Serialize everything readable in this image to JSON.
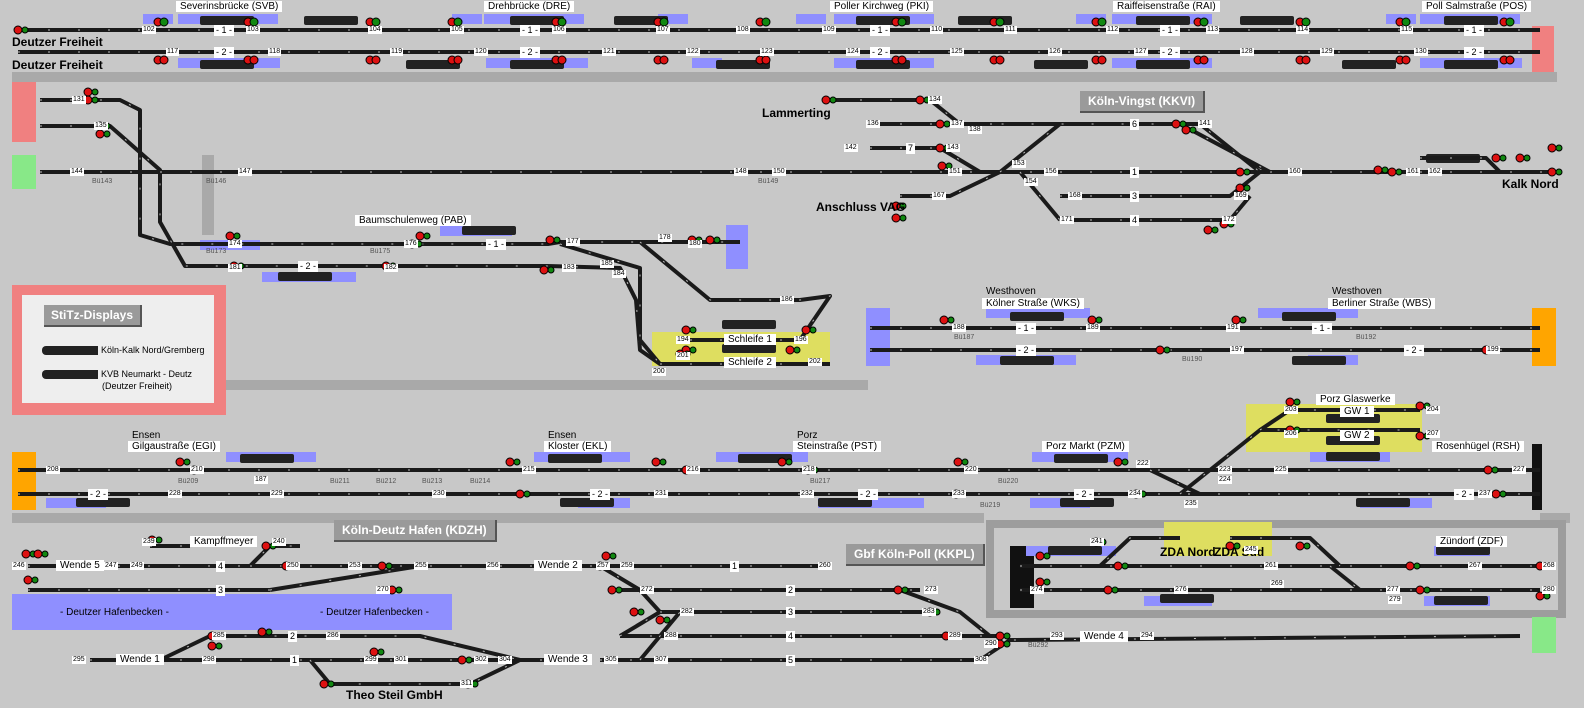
{
  "stations": {
    "severinsbruecke": "Severinsbrücke (SVB)",
    "drehbruecke": "Drehbrücke (DRE)",
    "poller_kirchweg": "Poller Kirchweg (PKI)",
    "raiffeisenstrasse": "Raiffeisenstraße (RAI)",
    "poll_salmstrasse": "Poll Salmstraße (POS)",
    "deutzer_freiheit_1": "Deutzer Freiheit",
    "deutzer_freiheit_2": "Deutzer Freiheit",
    "lammerting": "Lammerting",
    "anschluss_vag": "Anschluss VAG",
    "kalk_nord": "Kalk Nord",
    "baumschulenweg": "Baumschulenweg (PAB)",
    "schleife_1": "Schleife 1",
    "schleife_2": "Schleife 2",
    "westhoven_koelner_1": "Westhoven",
    "westhoven_koelner_2": "Kölner Straße (WKS)",
    "westhoven_berliner_1": "Westhoven",
    "westhoven_berliner_2": "Berliner Straße (WBS)",
    "ensen_egi_1": "Ensen",
    "ensen_egi_2": "Gilgaustraße (EGI)",
    "ensen_ekl_1": "Ensen",
    "ensen_ekl_2": "Kloster (EKL)",
    "porz_pst_1": "Porz",
    "porz_pst_2": "Steinstraße (PST)",
    "porz_markt": "Porz Markt (PZM)",
    "porz_glaswerke": "Porz Glaswerke",
    "gw1": "GW 1",
    "gw2": "GW 2",
    "rosenhuegel": "Rosenhügel (RSH)",
    "kampffmeyer": "Kampffmeyer",
    "zda_nord": "ZDA Nord",
    "zda_sued": "ZDA Süd",
    "zuendorf": "Zündorf (ZDF)",
    "deutzer_hafenbecken_1": "- Deutzer Hafenbecken -",
    "deutzer_hafenbecken_2": "- Deutzer Hafenbecken -",
    "theo_steil": "Theo Steil GmbH",
    "wende_5": "Wende 5",
    "wende_4_top": "4",
    "wende_1": "Wende 1",
    "wende_2": "Wende 2",
    "wende_3": "Wende 3",
    "wende_4": "Wende 4"
  },
  "areas": {
    "koeln_vingst": "Köln-Vingst (KKVI)",
    "koeln_deutz_hafen": "Köln-Deutz Hafen (KDZH)",
    "gbf_koeln_poll": "Gbf Köln-Poll (KKPL)"
  },
  "legend": {
    "title": "StiTz-Displays",
    "row1": "Köln-Kalk Nord/Gremberg",
    "row2a": "KVB Neumarkt - Deutz",
    "row2b": "(Deutzer Freiheit)"
  },
  "track_labels": {
    "t1": "- 1 -",
    "t2": "- 2 -",
    "n1": "1",
    "n2": "2",
    "n3": "3",
    "n4": "4",
    "n5": "5",
    "n6": "6",
    "n7": "7"
  },
  "signal_numbers": {
    "s102": "102",
    "s103": "103",
    "s104": "104",
    "s105": "105",
    "s106": "106",
    "s107": "107",
    "s108": "108",
    "s109": "109",
    "s110": "110",
    "s111": "111",
    "s112": "112",
    "s113": "113",
    "s114": "114",
    "s115": "115",
    "s117": "117",
    "s118": "118",
    "s119": "119",
    "s120": "120",
    "s121": "121",
    "s122": "122",
    "s123": "123",
    "s124": "124",
    "s125": "125",
    "s126": "126",
    "s127": "127",
    "s128": "128",
    "s129": "129",
    "s130": "130",
    "s131": "131",
    "s134": "134",
    "s135": "135",
    "s136": "136",
    "s137": "137",
    "s138": "138",
    "s141": "141",
    "s142": "142",
    "s143": "143",
    "s144": "144",
    "s147": "147",
    "s148": "148",
    "s150": "150",
    "s151": "151",
    "s153": "153",
    "s154": "154",
    "s156": "156",
    "s160": "160",
    "s161": "161",
    "s162": "162",
    "s167": "167",
    "s168": "168",
    "s169": "169",
    "s171": "171",
    "s172": "172",
    "s174": "174",
    "s176": "176",
    "s177": "177",
    "s178": "178",
    "s180": "180",
    "s181": "181",
    "s182": "182",
    "s183": "183",
    "s184": "184",
    "s185": "185",
    "s186": "186",
    "s187": "187",
    "s188": "188",
    "s189": "189",
    "s191": "191",
    "s194": "194",
    "s196": "196",
    "s197": "197",
    "s199": "199",
    "s200": "200",
    "s201": "201",
    "s202": "202",
    "s203": "203",
    "s204": "204",
    "s206": "206",
    "s207": "207",
    "s208": "208",
    "s210": "210",
    "s215": "215",
    "s216": "216",
    "s218": "218",
    "s220": "220",
    "s222": "222",
    "s223": "223",
    "s224": "224",
    "s225": "225",
    "s227": "227",
    "s228": "228",
    "s229": "229",
    "s230": "230",
    "s231": "231",
    "s232": "232",
    "s233": "233",
    "s234": "234",
    "s235": "235",
    "s237": "237",
    "s239": "239",
    "s240": "240",
    "s241": "241",
    "s245": "245",
    "s246": "246",
    "s247": "247",
    "s249": "249",
    "s250": "250",
    "s253": "253",
    "s255": "255",
    "s256": "256",
    "s257": "257",
    "s259": "259",
    "s260": "260",
    "s261": "261",
    "s267": "267",
    "s268": "268",
    "s269": "269",
    "s270": "270",
    "s272": "272",
    "s273": "273",
    "s274": "274",
    "s276": "276",
    "s277": "277",
    "s279": "279",
    "s280": "280",
    "s282": "282",
    "s283": "283",
    "s285": "285",
    "s286": "286",
    "s288": "288",
    "s289": "289",
    "s290": "290",
    "s293": "293",
    "s294": "294",
    "s295": "295",
    "s298": "298",
    "s299": "299",
    "s301": "301",
    "s302": "302",
    "s304": "304",
    "s305": "305",
    "s307": "307",
    "s308": "308",
    "s311": "311"
  },
  "bue_labels": {
    "b143": "Bü143",
    "b146": "Bü146",
    "b149": "Bü149",
    "b173": "Bü173",
    "b175": "Bü175",
    "b187": "Bü187",
    "b190": "Bü190",
    "b192": "Bü192",
    "b209": "Bü209",
    "b211": "Bü211",
    "b212": "Bü212",
    "b213": "Bü213",
    "b214": "Bü214",
    "b217": "Bü217",
    "b219": "Bü219",
    "b220": "Bü220",
    "b292": "Bü292"
  },
  "colors": {
    "background": "#c8c8c8",
    "track": "#1a1a1a",
    "signal_red": "#dd1111",
    "signal_green": "#118811",
    "platform_blue": "#8f8fff",
    "siding_yellow": "#dede60",
    "boundary_red": "#f08080",
    "boundary_green": "#88e888",
    "boundary_orange": "#ffa500",
    "display_black": "#222222"
  }
}
